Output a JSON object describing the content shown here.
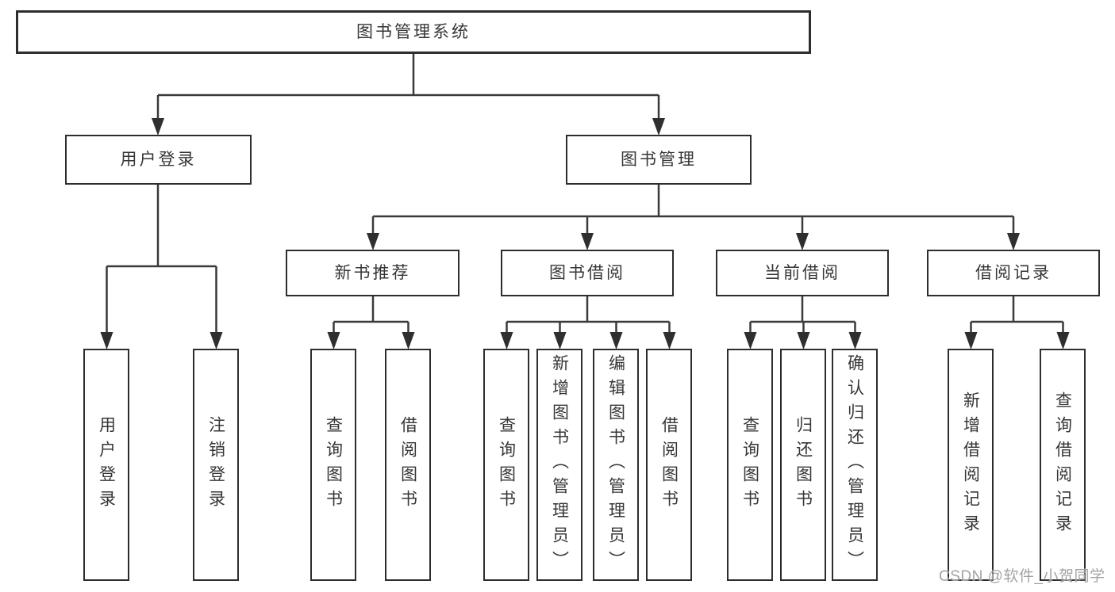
{
  "diagram": {
    "type": "tree",
    "root": {
      "label": "图书管理系统"
    },
    "level2": [
      {
        "label": "用户登录"
      },
      {
        "label": "图书管理"
      }
    ],
    "level3": [
      {
        "label": "新书推荐",
        "parent": "图书管理"
      },
      {
        "label": "图书借阅",
        "parent": "图书管理"
      },
      {
        "label": "当前借阅",
        "parent": "图书管理"
      },
      {
        "label": "借阅记录",
        "parent": "图书管理"
      }
    ],
    "leaves": [
      {
        "label": "用户登录",
        "parent": "用户登录"
      },
      {
        "label": "注销登录",
        "parent": "用户登录"
      },
      {
        "label": "查询图书",
        "parent": "新书推荐"
      },
      {
        "label": "借阅图书",
        "parent": "新书推荐"
      },
      {
        "label": "查询图书",
        "parent": "图书借阅"
      },
      {
        "label": "新增图书（管理员）",
        "parent": "图书借阅"
      },
      {
        "label": "编辑图书（管理员）",
        "parent": "图书借阅"
      },
      {
        "label": "借阅图书",
        "parent": "图书借阅"
      },
      {
        "label": "查询图书",
        "parent": "当前借阅"
      },
      {
        "label": "归还图书",
        "parent": "当前借阅"
      },
      {
        "label": "确认归还（管理员）",
        "parent": "当前借阅"
      },
      {
        "label": "新增借阅记录",
        "parent": "借阅记录"
      },
      {
        "label": "查询借阅记录",
        "parent": "借阅记录"
      }
    ]
  },
  "watermark": {
    "text": "CSDN @软件_小贺同学"
  },
  "colors": {
    "line": "#3a3a3a",
    "arrow": "#2f2f2f",
    "box_border": "#2d2d2d",
    "text": "#363636",
    "watermark": "#a3a3a3",
    "background": "#ffffff"
  }
}
